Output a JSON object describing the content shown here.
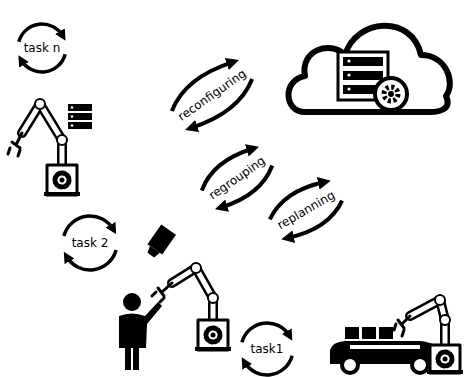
{
  "diagram": {
    "nodes": [
      {
        "text": [
          "task n"
        ]
      },
      {
        "text": [
          "task 2"
        ]
      },
      {
        "text": [
          "task1"
        ]
      }
    ],
    "labels": [
      "reconfiguring",
      "regrouping",
      "replanning"
    ]
  }
}
